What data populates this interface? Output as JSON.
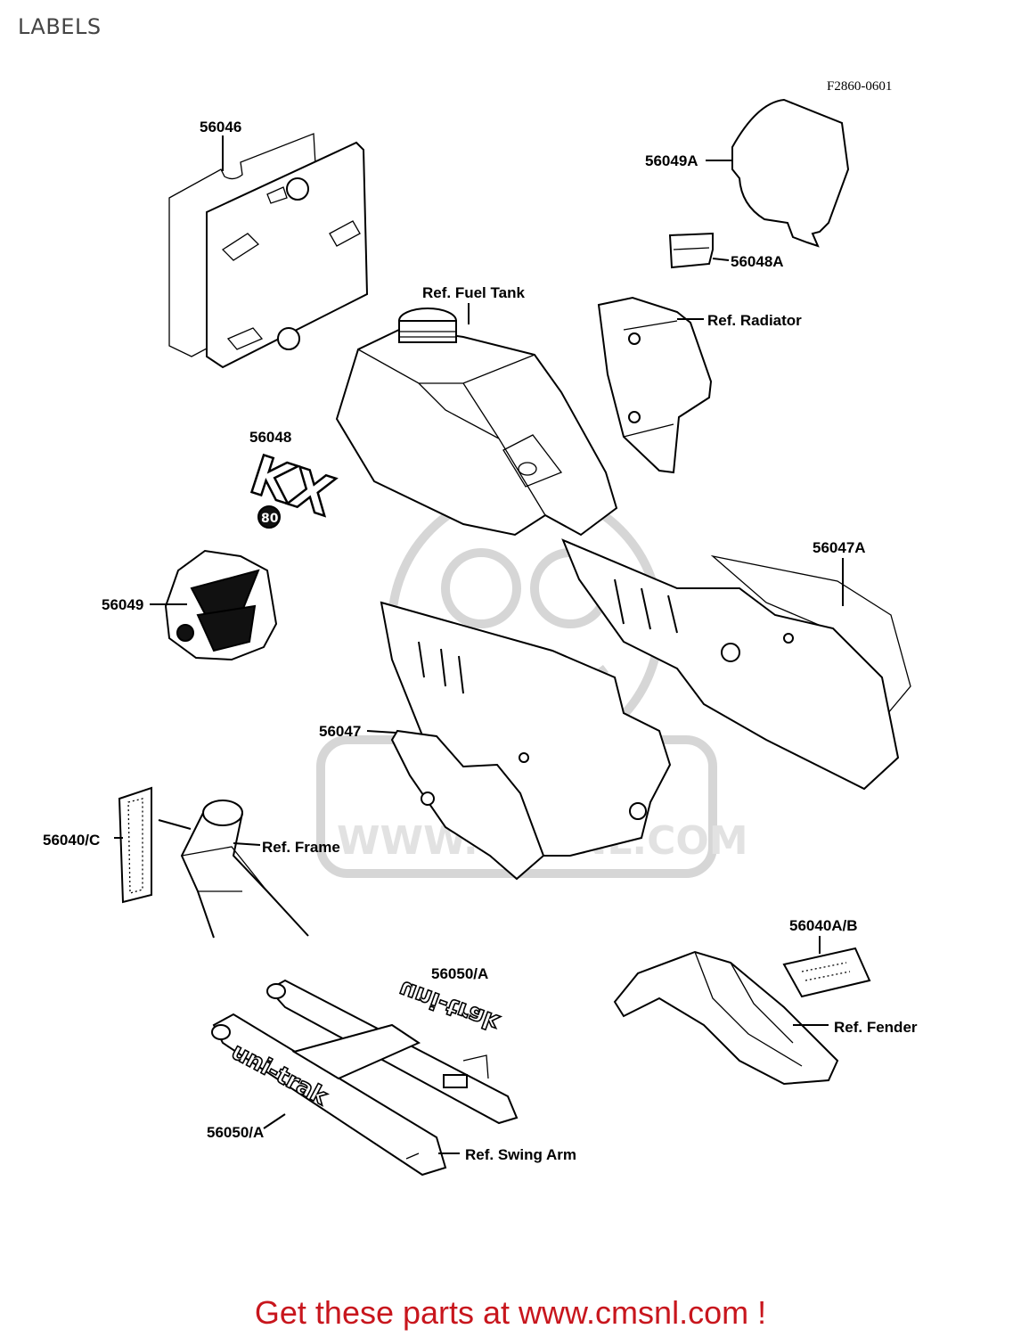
{
  "page": {
    "title": "LABELS"
  },
  "diagram": {
    "figure_code": "F2860-0601",
    "watermark": "WWW.CMSNL.COM",
    "labels": {
      "p56046": "56046",
      "p56049A": "56049A",
      "p56048A": "56048A",
      "fuel_tank": "Ref. Fuel Tank",
      "radiator": "Ref. Radiator",
      "p56048": "56048",
      "p56047A": "56047A",
      "p56049": "56049",
      "p56047": "56047",
      "p56040C": "56040/C",
      "frame": "Ref. Frame",
      "p56040AB": "56040A/B",
      "p56050A_top": "56050/A",
      "fender": "Ref. Fender",
      "p56050A_bottom": "56050/A",
      "swing_arm": "Ref. Swing Arm"
    },
    "decal_text": {
      "kx": "KX",
      "kx_sub": "80",
      "unitrak": "uni-trak"
    }
  },
  "footer": {
    "text": "Get these parts at www.cmsnl.com !"
  }
}
